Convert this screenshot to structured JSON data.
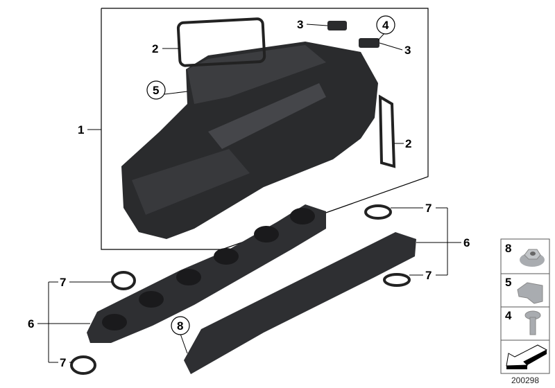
{
  "callouts": {
    "c1": "1",
    "c2a": "2",
    "c2b": "2",
    "c3a": "3",
    "c3b": "3",
    "c4": "4",
    "c5": "5",
    "c6a": "6",
    "c6b": "6",
    "c7a": "7",
    "c7b": "7",
    "c7c": "7",
    "c7d": "7",
    "c8": "8"
  },
  "legend": [
    {
      "number": "8",
      "icon": "flange-nut-icon"
    },
    {
      "number": "5",
      "icon": "clip-icon"
    },
    {
      "number": "4",
      "icon": "screw-icon"
    },
    {
      "number": "",
      "icon": "arrow-icon"
    }
  ],
  "reference_number": "200298",
  "colors": {
    "part": "#2a2b2d",
    "part_light": "#4a4b4e",
    "legend_part": "#a9acb0"
  }
}
